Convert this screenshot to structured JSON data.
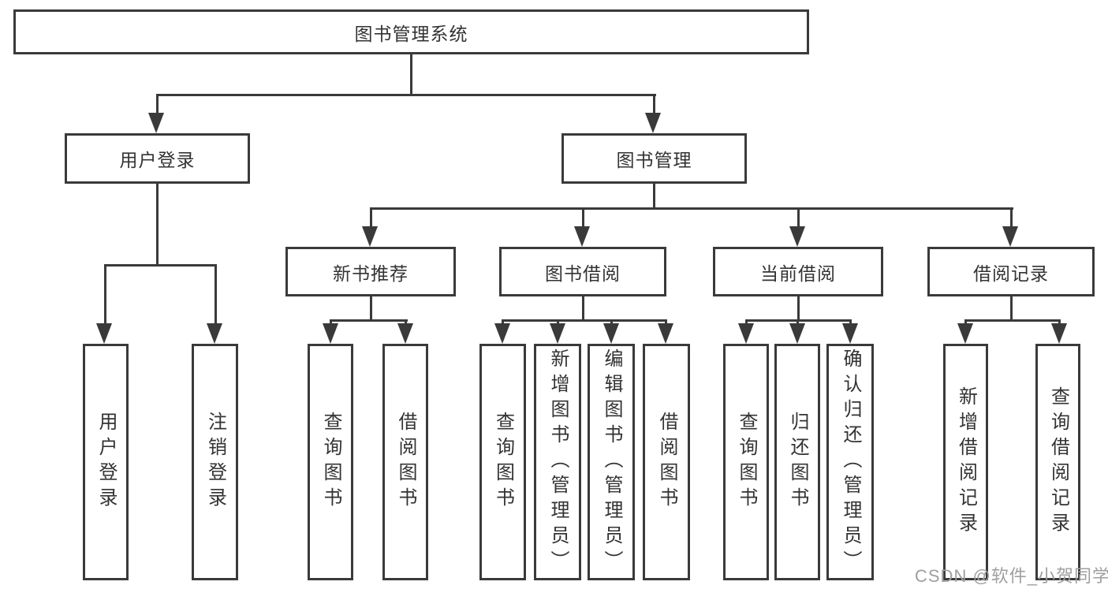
{
  "diagram": {
    "title": "图书管理系统",
    "root": {
      "label": "图书管理系统"
    },
    "level2": [
      {
        "id": "user-login",
        "label": "用户登录"
      },
      {
        "id": "book-management",
        "label": "图书管理"
      }
    ],
    "level3": [
      {
        "id": "new-book-recommend",
        "label": "新书推荐"
      },
      {
        "id": "book-borrowing",
        "label": "图书借阅"
      },
      {
        "id": "current-borrowing",
        "label": "当前借阅"
      },
      {
        "id": "borrowing-records",
        "label": "借阅记录"
      }
    ],
    "leaves": {
      "user_login": [
        "用户登录",
        "注销登录"
      ],
      "new_book_recommend": [
        "查询图书",
        "借阅图书"
      ],
      "book_borrowing": [
        "查询图书",
        "新增图书（管理员）",
        "编辑图书（管理员）",
        "借阅图书"
      ],
      "current_borrowing": [
        "查询图书",
        "归还图书",
        "确认归还（管理员）"
      ],
      "borrowing_records": [
        "新增借阅记录",
        "查询借阅记录"
      ]
    },
    "colors": {
      "line": "#3a3a3a",
      "text": "#333333",
      "watermark": "#9f9f9f",
      "background": "#ffffff"
    },
    "watermark": "CSDN @软件_小贺同学"
  }
}
